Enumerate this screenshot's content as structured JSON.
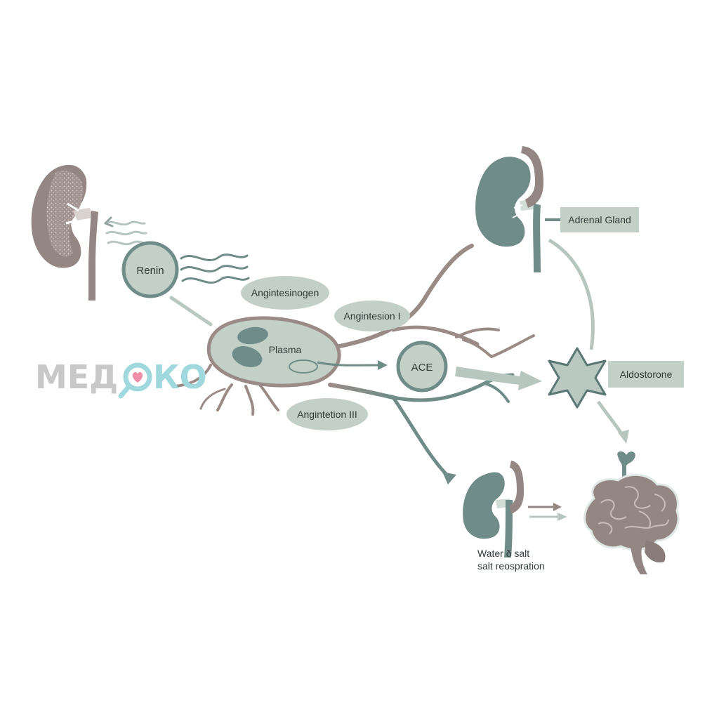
{
  "colors": {
    "teal": "#6f8c89",
    "teal_dark": "#5b7774",
    "teal_light": "#b9c8c1",
    "label_fill": "#c3d0c8",
    "vessel_brown": "#9b8b86",
    "kidney_brown": "#948682",
    "arrow_light": "#b7c7c0",
    "text": "#2f3a3a",
    "watermark_gray": "#c8c8c8",
    "watermark_cyan": "#9fd9de",
    "watermark_heart": "#ee8fa7"
  },
  "labels": {
    "renin": "Renin",
    "angiotensinogen": "Angintesinogen",
    "angiotensin_i": "Angintesion I",
    "plasma": "Plasma",
    "ace": "ACE",
    "angiotensin_iii": "Angintetion III",
    "adrenal_gland": "Adrenal Gland",
    "aldosterone": "Aldostorone",
    "water_salt_line1": "Water δ salt",
    "water_salt_line2": "salt reospration"
  },
  "watermark": {
    "part1": "МЕД",
    "part2": "КО"
  },
  "icons": {
    "left_kidney": "kidney-icon",
    "adrenal_kidney": "kidney-icon",
    "bottom_kidney": "kidney-icon",
    "brain": "brain-icon",
    "aldosterone_star": "star-icon",
    "renin_waves": "wave-icon"
  }
}
